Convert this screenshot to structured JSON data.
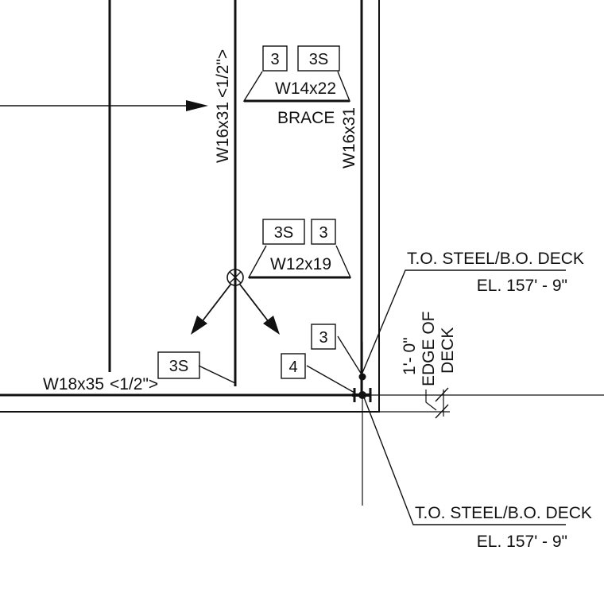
{
  "members": {
    "w16x31_left": "W16x31",
    "camber_left": "<1/2\">",
    "w16x31_right": "W16x31",
    "w18x35": "W18x35",
    "camber_bottom": "<1/2\">",
    "brace_size": "W14x22",
    "brace_label": "BRACE",
    "w12x19": "W12x19"
  },
  "tags": {
    "brace_tag_left": "3",
    "brace_tag_right": "3S",
    "w12_tag_left": "3S",
    "w12_tag_right": "3",
    "bottom_3s": "3S",
    "column_3": "3",
    "column_4": "4"
  },
  "elevations": {
    "top_title": "T.O. STEEL/B.O. DECK",
    "top_value": "EL. 157' - 9\"",
    "bottom_title": "T.O. STEEL/B.O. DECK",
    "bottom_value": "EL. 157' - 9\""
  },
  "dimension": {
    "value": "1'- 0\"",
    "label_line1": "EDGE OF",
    "label_line2": "DECK"
  },
  "colors": {
    "ink": "#111111",
    "paper": "#ffffff"
  }
}
